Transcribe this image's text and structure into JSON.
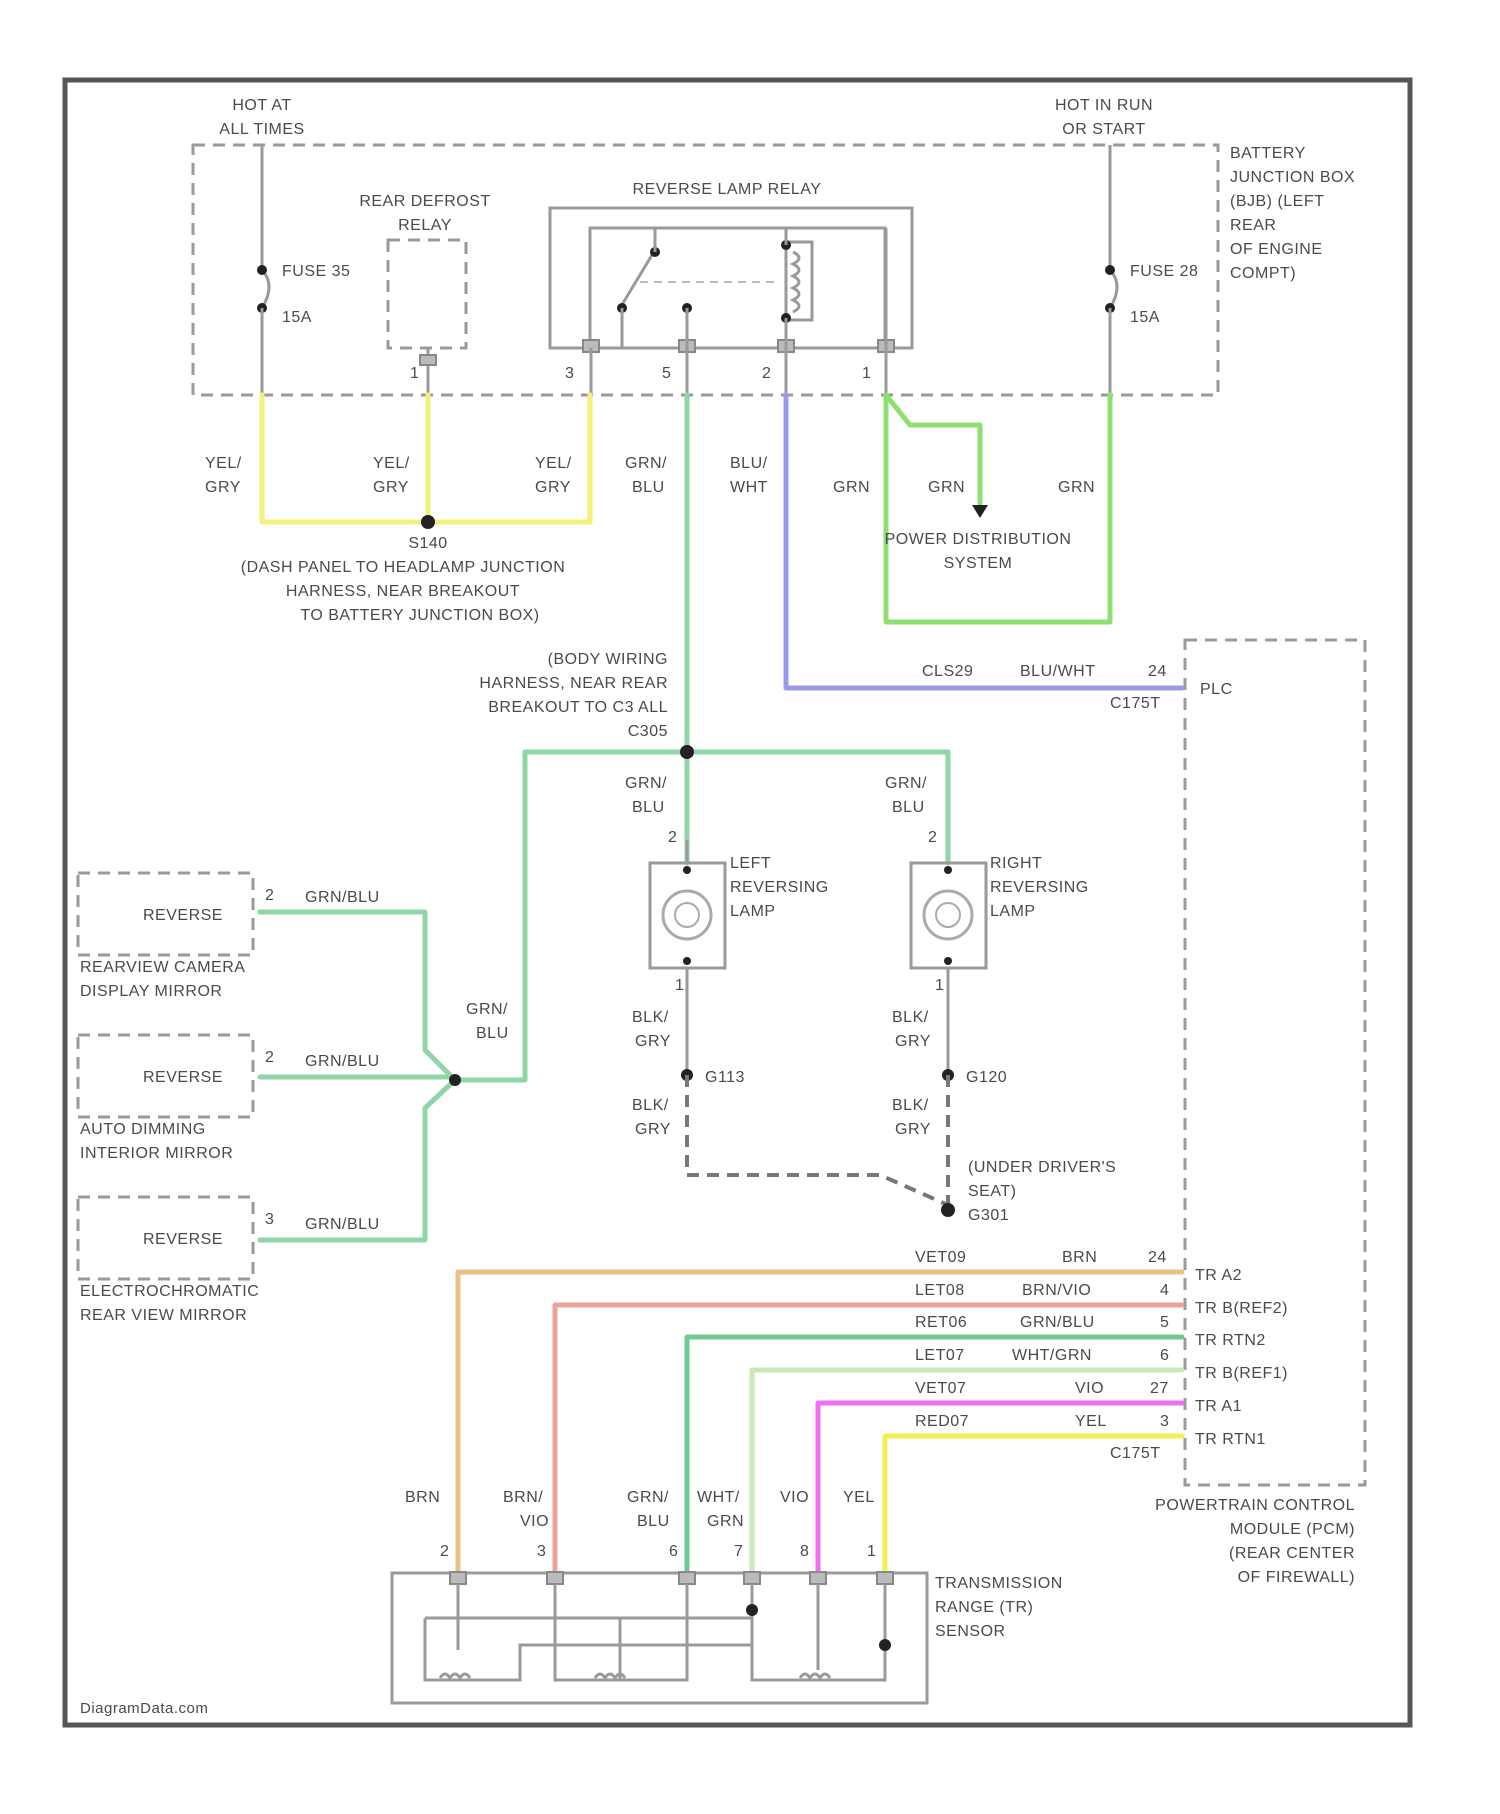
{
  "labels": {
    "hot_at_all_times": [
      "HOT AT",
      "ALL TIMES"
    ],
    "hot_in_run": [
      "HOT IN RUN",
      "OR START"
    ],
    "battery_junction_box": [
      "BATTERY",
      "JUNCTION BOX",
      "(BJB) (LEFT",
      "REAR",
      "OF ENGINE",
      "COMPT)"
    ],
    "rear_defrost_relay": [
      "REAR DEFROST",
      "RELAY"
    ],
    "reverse_lamp_relay": "REVERSE LAMP RELAY",
    "fuse_left": [
      "FUSE 35",
      "15A"
    ],
    "fuse_right": [
      "FUSE 28",
      "15A"
    ],
    "relay_pins": [
      "3",
      "5",
      "2",
      "1"
    ],
    "defrost_pin": "1",
    "splice_s140": [
      "S140",
      "(DASH PANEL TO HEADLAMP JUNCTION",
      "HARNESS, NEAR BREAKOUT",
      "TO BATTERY JUNCTION BOX)"
    ],
    "power_distribution": [
      "POWER DISTRIBUTION",
      "SYSTEM"
    ],
    "body_harness": [
      "(BODY WIRING",
      "HARNESS, NEAR REAR",
      "BREAKOUT TO C3 ALL",
      "C305"
    ],
    "pcm": [
      "POWERTRAIN CONTROL",
      "MODULE (PCM)",
      "(REAR CENTER",
      "OF FIREWALL)"
    ],
    "pcm_connector_top": "C175T",
    "pcm_connector_bottom": "C175T",
    "left_lamp": [
      "LEFT",
      "REVERSING",
      "LAMP"
    ],
    "right_lamp": [
      "RIGHT",
      "REVERSING",
      "LAMP"
    ],
    "g_left": "G113",
    "g_right": "G120",
    "under_seat": [
      "(UNDER DRIVER'S",
      "SEAT)",
      "G301"
    ],
    "tr_sensor": [
      "TRANSMISSION",
      "RANGE (TR)",
      "SENSOR"
    ],
    "watermark": "DiagramData.com"
  },
  "wire_labels": {
    "yel_gry": [
      "YEL/",
      "GRY"
    ],
    "grn_blu": [
      "GRN/",
      "BLU"
    ],
    "blu_wht": [
      "BLU/",
      "WHT"
    ],
    "grn": "GRN",
    "blk_gry": [
      "BLK/",
      "GRY"
    ],
    "grn_blu_inline": "GRN/BLU",
    "brn": "BRN",
    "brn_vio": [
      "BRN/",
      "VIO"
    ],
    "wht_grn": [
      "WHT/",
      "GRN"
    ],
    "vio": "VIO",
    "yel": "YEL"
  },
  "devices": [
    {
      "name": "REVERSE",
      "pin": "2",
      "label": [
        "REARVIEW CAMERA",
        "DISPLAY MIRROR"
      ]
    },
    {
      "name": "REVERSE",
      "pin": "2",
      "label": [
        "AUTO DIMMING",
        "INTERIOR MIRROR"
      ]
    },
    {
      "name": "REVERSE",
      "pin": "3",
      "label": [
        "ELECTROCHROMATIC",
        "REAR VIEW MIRROR"
      ]
    }
  ],
  "plc_circuit": {
    "circuit": "CLS29",
    "color": "BLU/WHT",
    "pin": "24",
    "signal": "PLC"
  },
  "pcm_circuits": [
    {
      "circuit": "VET09",
      "color": "BRN",
      "pin": "24",
      "signal": "TR A2"
    },
    {
      "circuit": "LET08",
      "color": "BRN/VIO",
      "pin": "4",
      "signal": "TR B(REF2)"
    },
    {
      "circuit": "RET06",
      "color": "GRN/BLU",
      "pin": "5",
      "signal": "TR RTN2"
    },
    {
      "circuit": "LET07",
      "color": "WHT/GRN",
      "pin": "6",
      "signal": "TR B(REF1)"
    },
    {
      "circuit": "VET07",
      "color": "VIO",
      "pin": "27",
      "signal": "TR A1"
    },
    {
      "circuit": "RED07",
      "color": "YEL",
      "pin": "3",
      "signal": "TR RTN1"
    }
  ],
  "lamp_pins": {
    "top": "2",
    "bottom": "1"
  },
  "tr_pins": [
    "2",
    "3",
    "6",
    "7",
    "8",
    "1"
  ],
  "colors": {
    "yellow": "#f2f27a",
    "green_blue": "#8fd6a7",
    "blue_white": "#9a9ae8",
    "green": "#8de070",
    "brown": "#e6c284",
    "brown_violet": "#eea09a",
    "green_blue_2": "#73c793",
    "white_green": "#c8e8b8",
    "violet": "#f070f0",
    "yellow_bright": "#f0f050"
  }
}
